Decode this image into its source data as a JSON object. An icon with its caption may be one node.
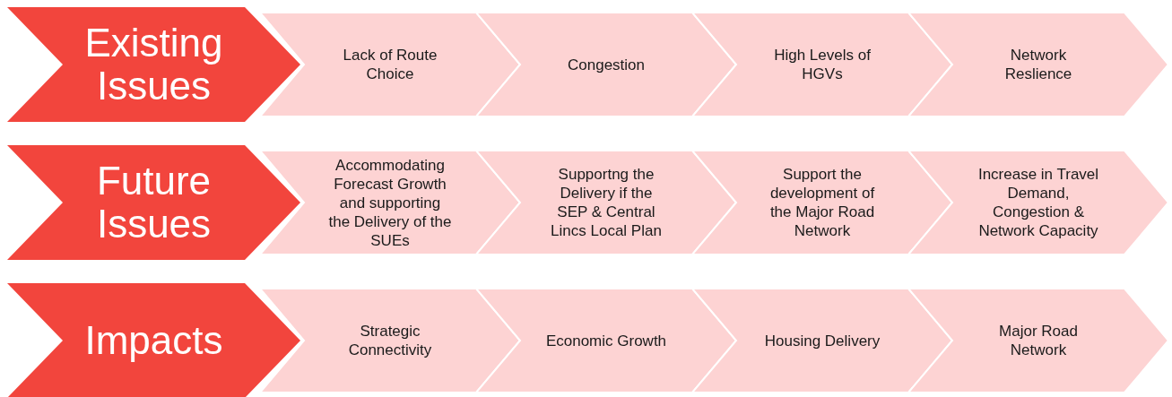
{
  "diagram": {
    "nodes": [
      {
        "text": [
          "Existing Issues"
        ]
      },
      {
        "text": [
          "Lack of Route Choice"
        ]
      },
      {
        "text": [
          "Congestion"
        ]
      },
      {
        "text": [
          "High Levels of HGVs"
        ]
      },
      {
        "text": [
          "Network Reslience"
        ]
      },
      {
        "text": [
          "Future Issues"
        ]
      },
      {
        "text": [
          "Accommodating Forecast Growth and supporting the Delivery of the SUEs"
        ]
      },
      {
        "text": [
          "Supportng the Delivery if the SEP & Central Lincs Local Plan"
        ]
      },
      {
        "text": [
          "Support the development of the Major Road Network"
        ]
      },
      {
        "text": [
          "Increase in Travel Demand, Congestion & Network Capacity"
        ]
      },
      {
        "text": [
          "Impacts"
        ]
      },
      {
        "text": [
          "Strategic Connectivity"
        ]
      },
      {
        "text": [
          "Economic Growth"
        ]
      },
      {
        "text": [
          "Housing Delivery"
        ]
      },
      {
        "text": [
          "Major Road Network"
        ]
      }
    ]
  }
}
